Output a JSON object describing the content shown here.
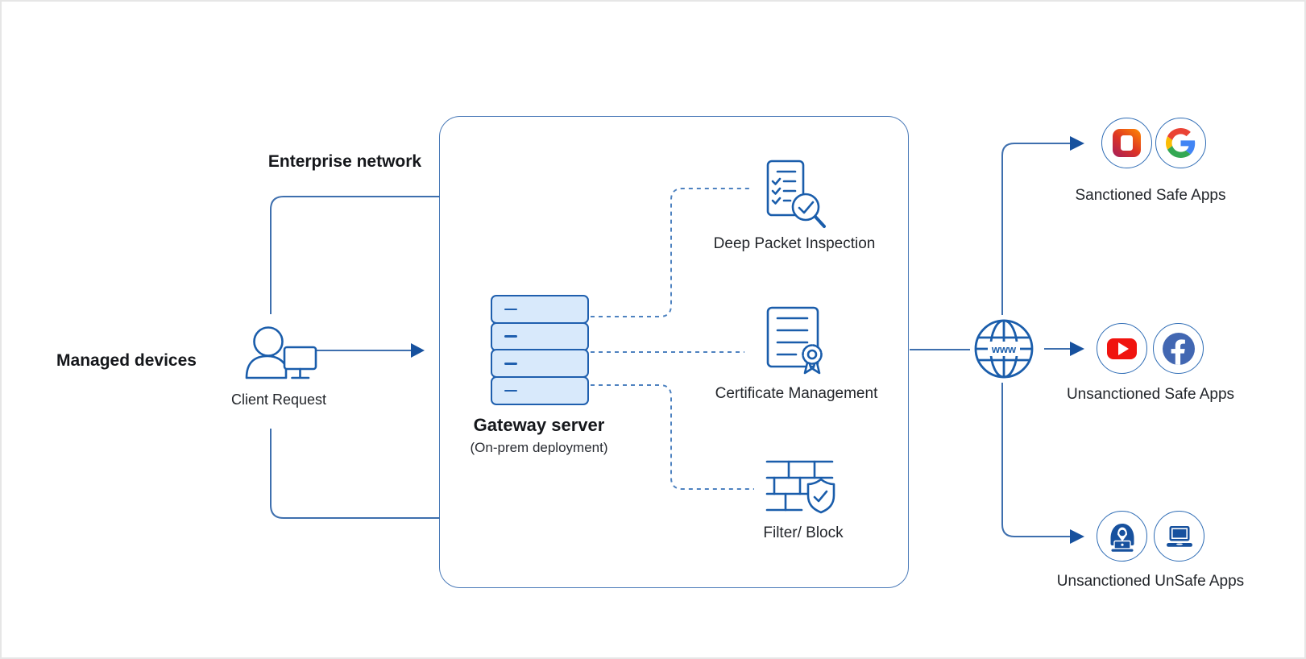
{
  "canvas": {
    "width": "1621",
    "height": "818"
  },
  "labels": {
    "managed_devices": "Managed devices",
    "enterprise_network": "Enterprise network",
    "client_request": "Client Request"
  },
  "gateway": {
    "title": "Gateway server",
    "subtitle": "(On-prem deployment)",
    "functions": [
      {
        "label": "Deep Packet Inspection",
        "icon": "inspection-checklist-magnifier-icon"
      },
      {
        "label": "Certificate Management",
        "icon": "certificate-ribbon-icon"
      },
      {
        "label": "Filter/ Block",
        "icon": "firewall-shield-icon"
      }
    ]
  },
  "internet": {
    "globe_text": "www",
    "icon": "globe-www-icon"
  },
  "app_rows": [
    {
      "label": "Sanctioned Safe Apps",
      "icons": [
        "microsoft-office-icon",
        "google-icon"
      ]
    },
    {
      "label": "Unsanctioned Safe Apps",
      "icons": [
        "youtube-icon",
        "facebook-icon"
      ]
    },
    {
      "label": "Unsanctioned UnSafe Apps",
      "icons": [
        "hacker-icon",
        "laptop-icon"
      ]
    }
  ],
  "colors": {
    "line_blue": "#3e6fae",
    "arrow_blue": "#17519e",
    "dashed_blue": "#4e82c0",
    "icon_stroke": "#1a5dab",
    "server_fill": "#d8e9fb",
    "server_border": "#1f5fae",
    "filled_icon_blue": "#17519e",
    "circle_border": "#2e6cb5",
    "youtube_red": "#F0140F",
    "facebook_blue": "#4267B2",
    "text_dark": "#15171b"
  }
}
